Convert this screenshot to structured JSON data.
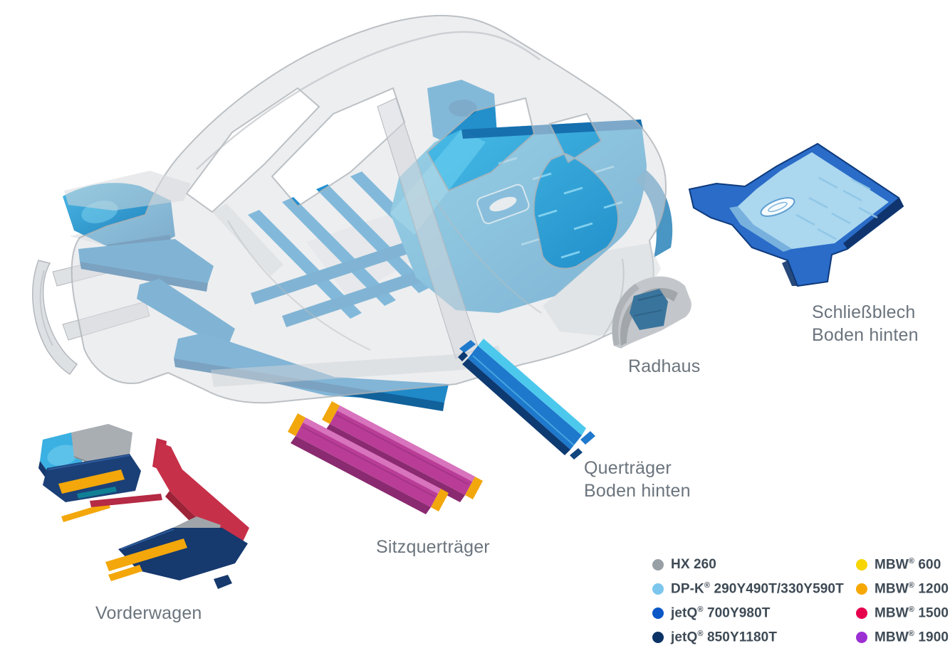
{
  "labels": {
    "schliessblech": {
      "line1": "Schließblech",
      "line2": "Boden hinten"
    },
    "radhaus": {
      "line1": "Radhaus"
    },
    "quertraeger": {
      "line1": "Querträger",
      "line2": "Boden hinten"
    },
    "sitzquertraeger": {
      "line1": "Sitzquerträger"
    },
    "vorderwagen": {
      "line1": "Vorderwagen"
    }
  },
  "legend": {
    "columns": [
      {
        "items": [
          {
            "label": "HX 260",
            "color": "#98a0a6"
          },
          {
            "label": "DP-K® 290Y490T/330Y590T",
            "color": "#7cc6ee"
          },
          {
            "label": "jetQ® 700Y980T",
            "color": "#0b57c8"
          },
          {
            "label": "jetQ® 850Y1180T",
            "color": "#0b3264"
          }
        ]
      },
      {
        "items": [
          {
            "label": "MBW® 600",
            "color": "#f6d500"
          },
          {
            "label": "MBW® 1200",
            "color": "#f6a800"
          },
          {
            "label": "MBW® 1500",
            "color": "#e6004e"
          },
          {
            "label": "MBW® 1900",
            "color": "#9c2fd4"
          }
        ]
      }
    ]
  },
  "palette": {
    "body_gray": "#dcdfe2",
    "floor_blue": "#2196d3",
    "floor_cyan": "#2aa3dc",
    "panel_lightblue": "#abd7ef",
    "border_blue": "#2a6cc8",
    "navy": "#16396e",
    "magenta": "#b93d97",
    "yellow": "#f3a70b",
    "red": "#c73049",
    "label_text": "#6b747d",
    "legend_text": "#3e4a55"
  }
}
